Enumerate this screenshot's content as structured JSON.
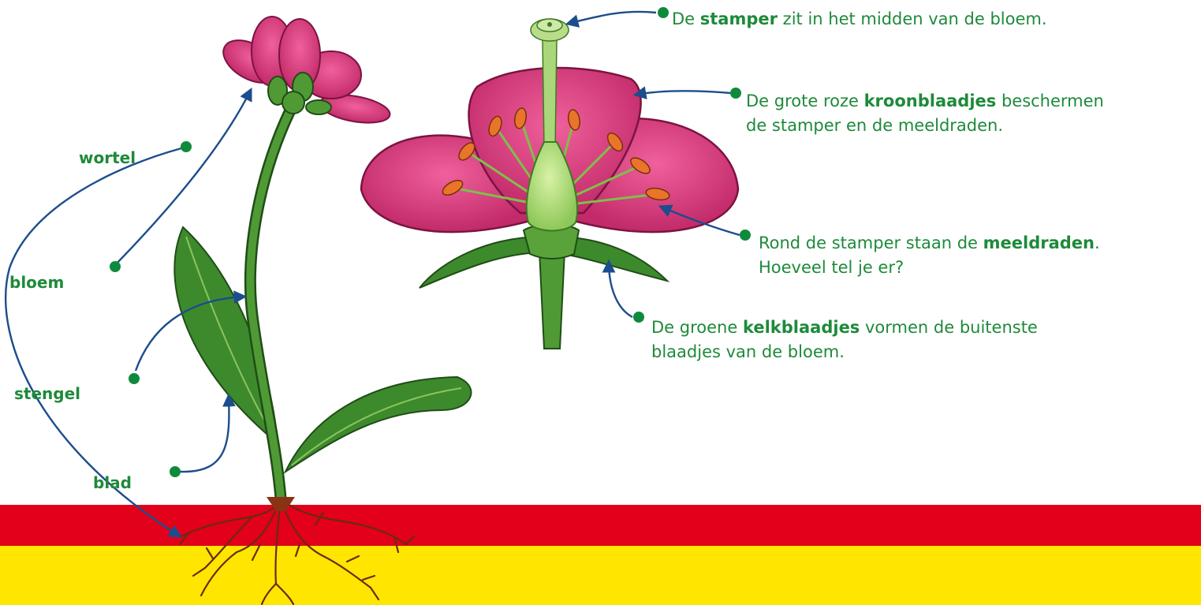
{
  "plant_labels": {
    "wortel": "wortel",
    "bloem": "bloem",
    "stengel": "stengel",
    "blad": "blad"
  },
  "descriptions": {
    "stamper": {
      "pre": "De ",
      "term": "stamper",
      "post": " zit in het midden van de bloem."
    },
    "kroonblaadjes": {
      "pre": "De grote roze ",
      "term": "kroonblaadjes",
      "post": " beschermen",
      "line2": "de stamper en de meeldraden."
    },
    "meeldraden": {
      "pre": "Rond de stamper staan de ",
      "term": "meeldraden",
      "post": ".",
      "line2": "Hoeveel tel je er?"
    },
    "kelkblaadjes": {
      "pre": "De groene ",
      "term": "kelkblaadjes",
      "post": " vormen de buitenste",
      "line2": "blaadjes van de bloem."
    }
  },
  "colors": {
    "label_green": "#1e8a3a",
    "arrow_blue": "#1c4d8c",
    "dot_green": "#0f8a3c",
    "band_red": "#e2001a",
    "band_yellow": "#ffe600",
    "petal_pink": "#d93a7c",
    "stem_green": "#3c8a2e"
  }
}
